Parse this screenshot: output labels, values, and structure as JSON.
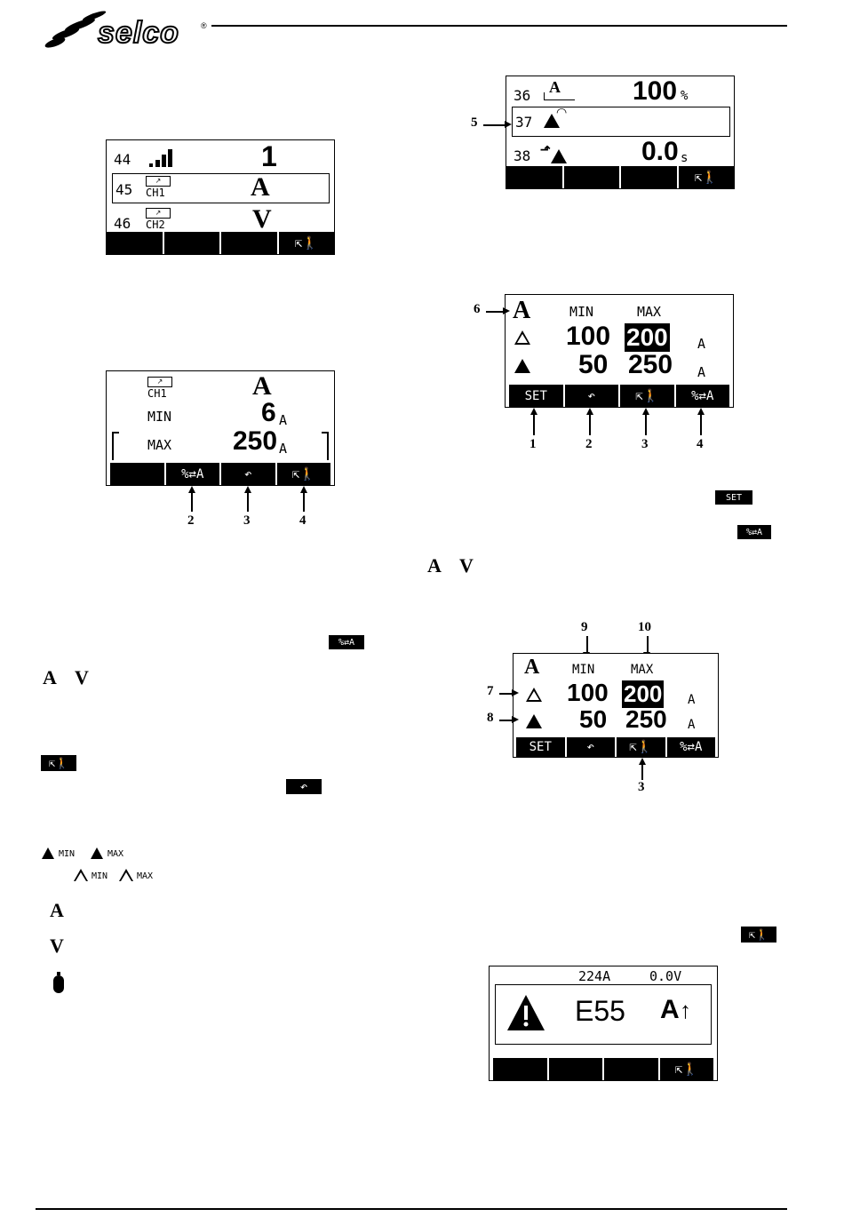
{
  "header": {
    "brand": "selco",
    "registered": "®"
  },
  "screen1": {
    "rows": [
      {
        "num": "44",
        "value": "1"
      },
      {
        "num": "45",
        "icon_label": "CH1",
        "value": "A"
      },
      {
        "num": "46",
        "icon_label": "CH2",
        "value": "V"
      }
    ]
  },
  "screen2": {
    "ch_label": "CH1",
    "unit_symbol": "A",
    "min_label": "MIN",
    "min_value": "6",
    "min_unit": "A",
    "max_label": "MAX",
    "max_value": "250",
    "max_unit": "A",
    "callouts": [
      "2",
      "3",
      "4"
    ]
  },
  "screen3": {
    "rows": [
      {
        "num": "36",
        "value": "100",
        "unit": "%"
      },
      {
        "num": "37"
      },
      {
        "num": "38",
        "value": "0.0",
        "unit": "s"
      }
    ],
    "callout": "5"
  },
  "screen4": {
    "symbol": "A",
    "min_label": "MIN",
    "max_label": "MAX",
    "warn_min": "100",
    "warn_max": "200",
    "warn_unit": "A",
    "alarm_min": "50",
    "alarm_max": "250",
    "alarm_unit": "A",
    "softkeys": [
      "SET",
      "",
      "",
      ""
    ],
    "pct_label": "%",
    "pct_unit": "A",
    "callouts": [
      "6",
      "1",
      "2",
      "3",
      "4"
    ]
  },
  "screen5": {
    "symbol": "A",
    "min_label": "MIN",
    "max_label": "MAX",
    "warn_min": "100",
    "warn_max": "200",
    "warn_unit": "A",
    "alarm_min": "50",
    "alarm_max": "250",
    "alarm_unit": "A",
    "softkeys": [
      "SET",
      "",
      "",
      ""
    ],
    "pct_label": "%",
    "pct_unit": "A",
    "callouts": [
      "9",
      "10",
      "7",
      "8",
      "3"
    ]
  },
  "screen6": {
    "current": "224A",
    "voltage": "0.0V",
    "error_code": "E55",
    "error_param": "A"
  },
  "inline": {
    "set_badge": "SET",
    "pct_badge_pct": "%",
    "pct_badge_unit": "A",
    "a_symbol": "A",
    "v_symbol": "V",
    "min_small": "MIN",
    "max_small": "MAX"
  }
}
